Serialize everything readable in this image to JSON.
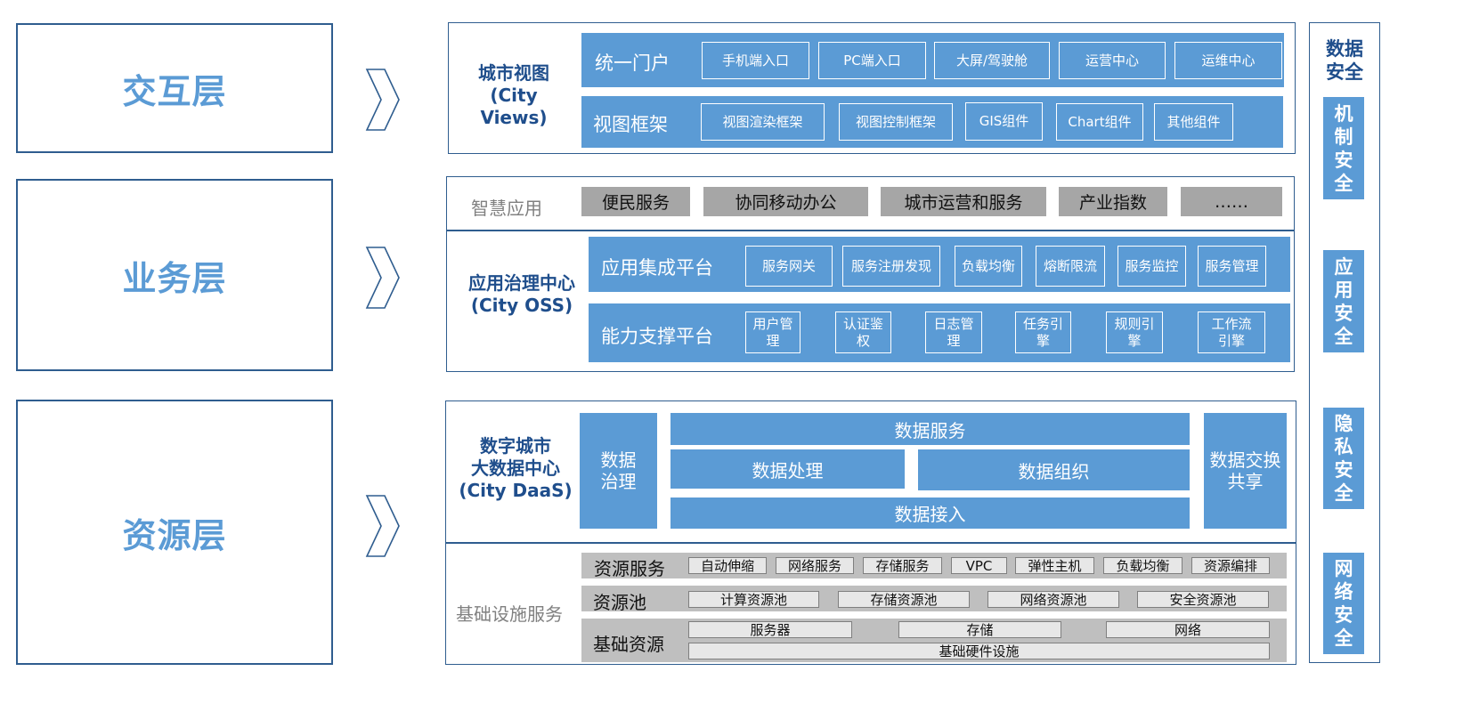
{
  "layers": {
    "interaction": "交互层",
    "business": "业务层",
    "resource": "资源层"
  },
  "city_views": {
    "title_cn": "城市视图",
    "title_en": "(City Views)",
    "portal": {
      "label": "统一门户",
      "items": [
        "手机端入口",
        "PC端入口",
        "大屏/驾驶舱",
        "运营中心",
        "运维中心"
      ]
    },
    "framework": {
      "label": "视图框架",
      "items": [
        "视图渲染框架",
        "视图控制框架",
        "GIS组件",
        "Chart组件",
        "其他组件"
      ]
    }
  },
  "smart_apps": {
    "label": "智慧应用",
    "items": [
      "便民服务",
      "协同移动办公",
      "城市运营和服务",
      "产业指数",
      "……"
    ]
  },
  "city_oss": {
    "title_cn": "应用治理中心",
    "title_en": "(City OSS)",
    "integration": {
      "label": "应用集成平台",
      "items": [
        "服务网关",
        "服务注册发现",
        "负载均衡",
        "熔断限流",
        "服务监控",
        "服务管理"
      ]
    },
    "capability": {
      "label": "能力支撑平台",
      "items": [
        "用户管理",
        "认证鉴权",
        "日志管理",
        "任务引擎",
        "规则引擎",
        "工作流引擎"
      ]
    }
  },
  "city_daas": {
    "title_line1": "数字城市",
    "title_line2": "大数据中心",
    "title_line3": "(City DaaS)",
    "governance": "数据治理",
    "service": "数据服务",
    "processing": "数据处理",
    "organization": "数据组织",
    "ingestion": "数据接入",
    "exchange": "数据交换共享"
  },
  "infrastructure": {
    "label": "基础设施服务",
    "resource_service": {
      "label": "资源服务",
      "items": [
        "自动伸缩",
        "网络服务",
        "存储服务",
        "VPC",
        "弹性主机",
        "负载均衡",
        "资源编排"
      ]
    },
    "resource_pool": {
      "label": "资源池",
      "items": [
        "计算资源池",
        "存储资源池",
        "网络资源池",
        "安全资源池"
      ]
    },
    "base_resource": {
      "label": "基础资源",
      "items": [
        "服务器",
        "存储",
        "网络"
      ],
      "hardware": "基础硬件设施"
    }
  },
  "security": {
    "title": "数据安全",
    "items": [
      "机制安全",
      "应用安全",
      "隐私安全",
      "网络安全"
    ]
  },
  "colors": {
    "primary_blue": "#5b9bd5",
    "dark_blue": "#2f5d8f",
    "title_blue": "#1f4e8c",
    "gray": "#a6a6a6",
    "light_gray": "#bfbfbf"
  }
}
